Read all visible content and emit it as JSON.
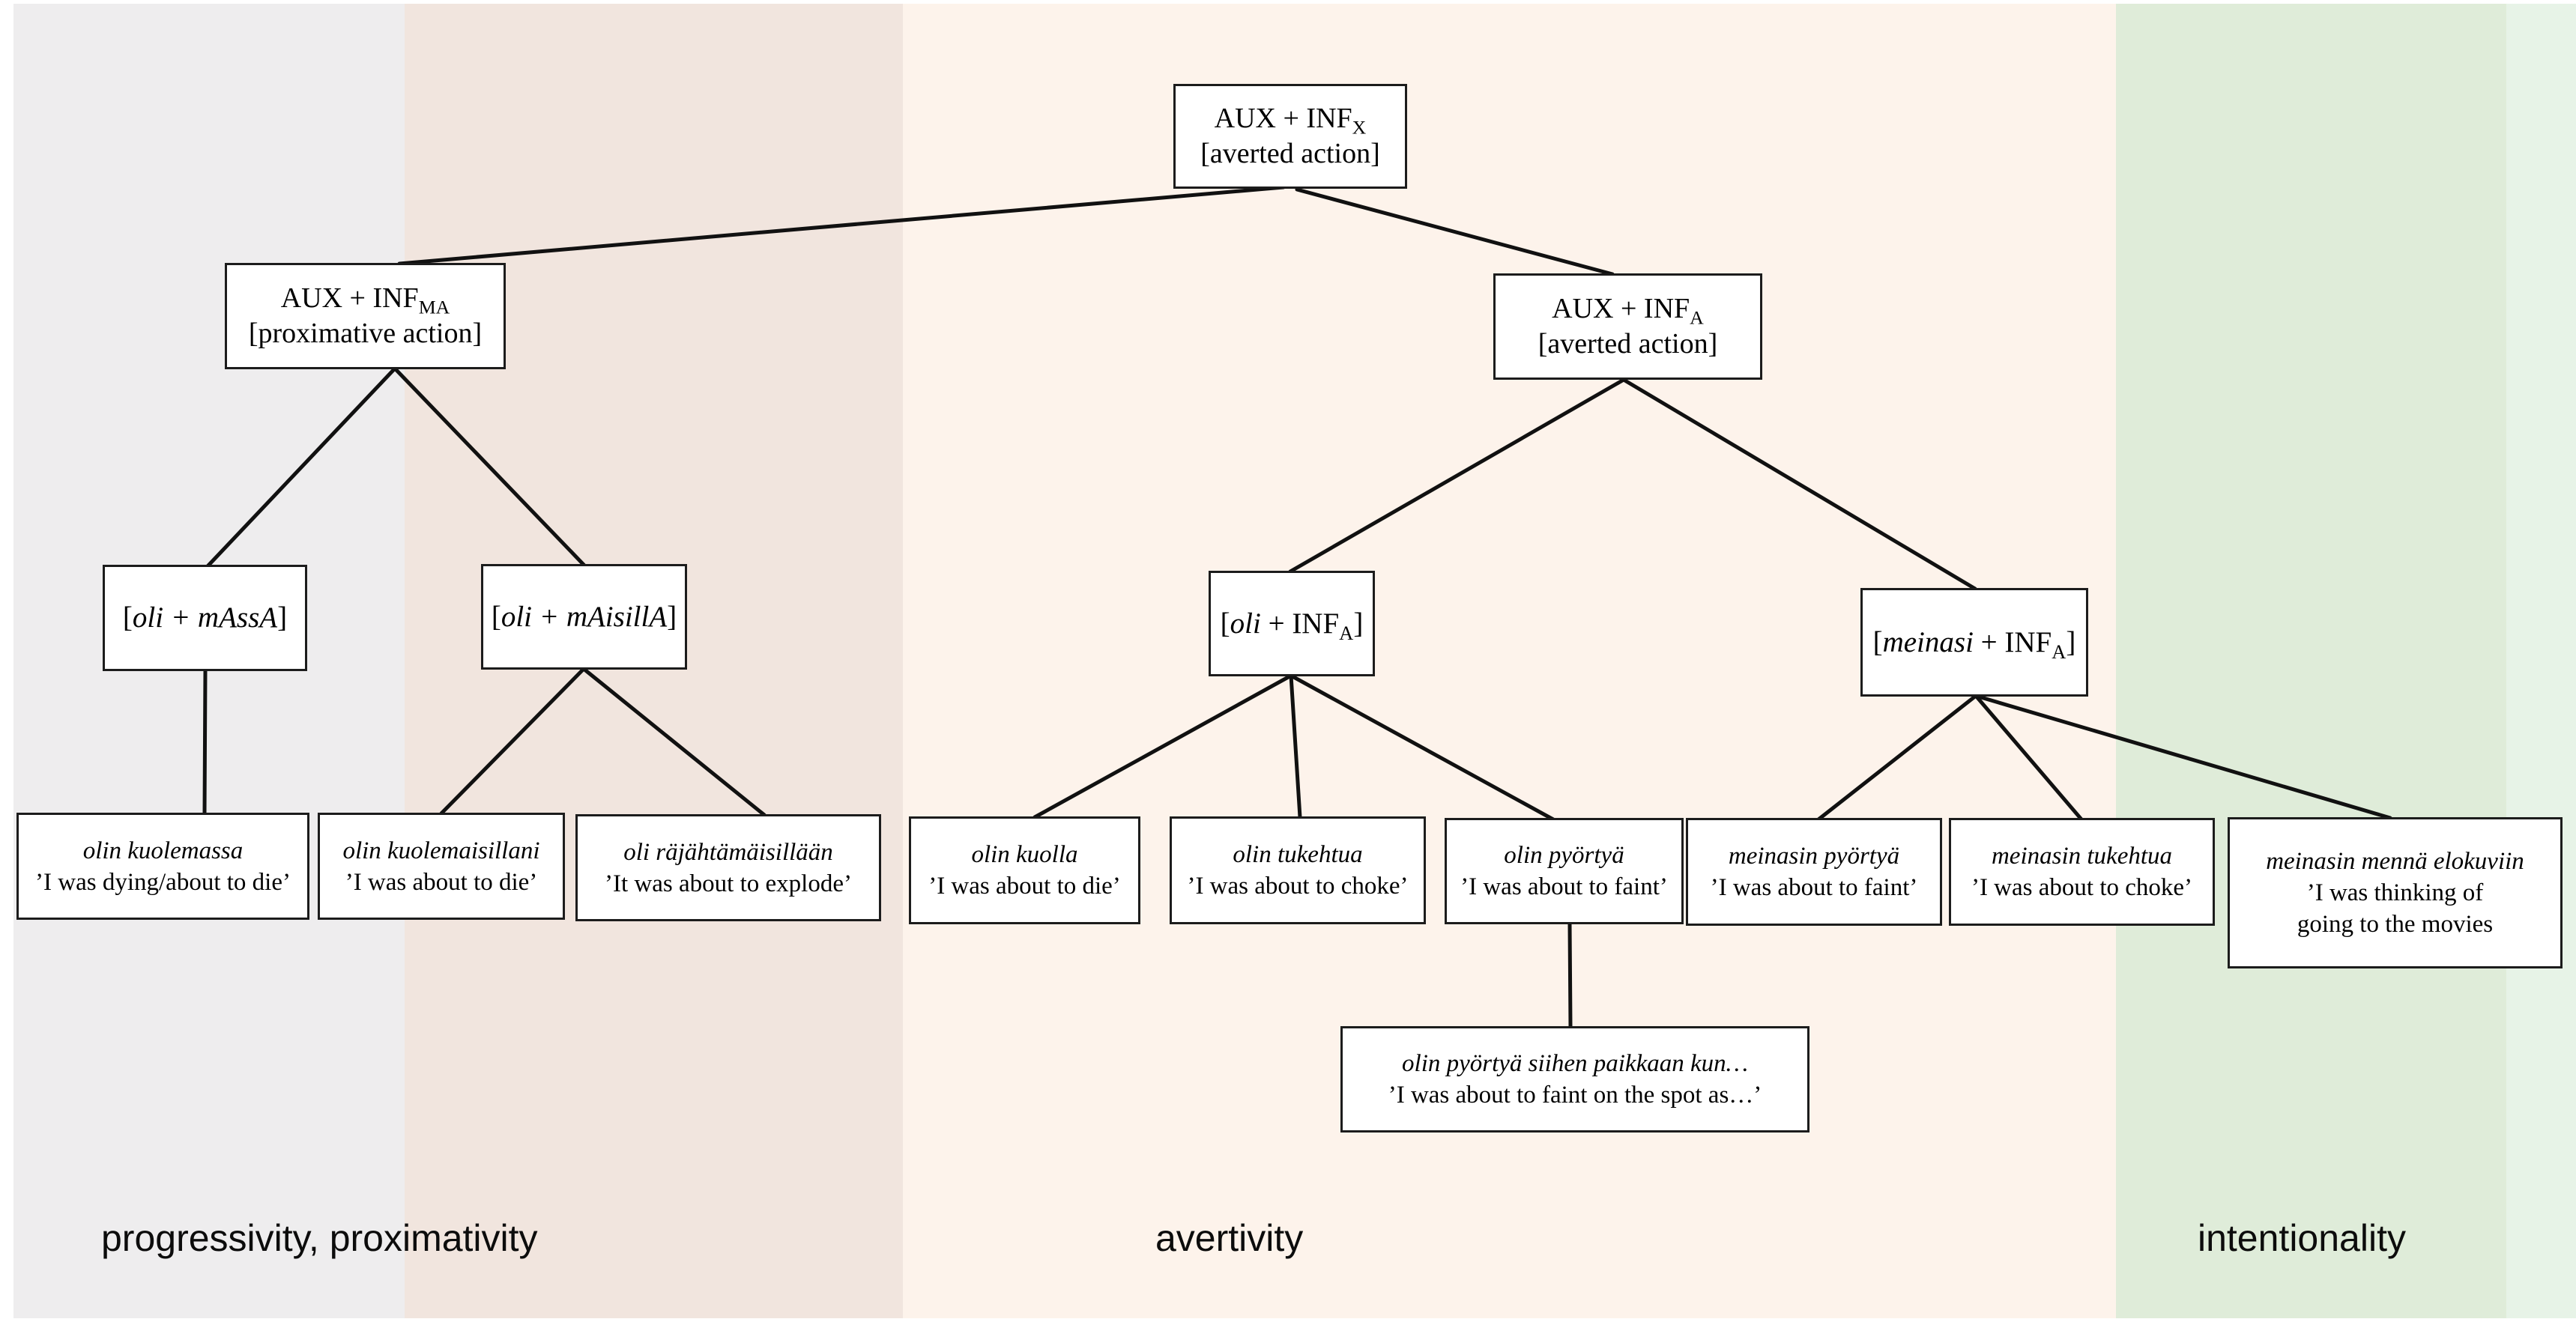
{
  "regions": {
    "left_label": "progressivity, proximativity",
    "middle_label": "avertivity",
    "right_label": "intentionality"
  },
  "colors": {
    "band_gray": "#eeedee",
    "band_tan": "#f1e5de",
    "band_peach": "#fdf3eb",
    "band_green": "#dfecd9",
    "band_green_light": "#e7f3e7",
    "edge_line": "#111111",
    "box_border": "#1c1c1c",
    "box_background": "#ffffff"
  },
  "nodes": {
    "root": {
      "formula": "AUX + INF",
      "subscript": "X",
      "feature": "[averted action]"
    },
    "prox": {
      "formula": "AUX + INF",
      "subscript": "MA",
      "feature": "[proximative action]"
    },
    "avert": {
      "formula": "AUX + INF",
      "subscript": "A",
      "feature": "[averted action]"
    },
    "massa": {
      "open": "[",
      "italic": "oli + mAssA",
      "close": "]"
    },
    "maisilla": {
      "open": "[",
      "italic": "oli + mAisillA",
      "close": "]"
    },
    "oli_inf": {
      "open": "[",
      "italic": "oli",
      "mid": " + INF",
      "subscript": "A",
      "close": "]"
    },
    "meinasi_inf": {
      "open": "[",
      "italic": "meinasi",
      "mid": " + INF",
      "subscript": "A",
      "close": "]"
    }
  },
  "examples": {
    "kuolemassa": {
      "fi": "olin kuolemassa",
      "gloss": "’I was dying/about to die’"
    },
    "kuolemaisillani": {
      "fi": "olin kuolemaisillani",
      "gloss": "’I was about to die’"
    },
    "rajahtamaisillaan": {
      "fi": "oli räjähtämäisillään",
      "gloss": "’It was about to explode’"
    },
    "kuolla": {
      "fi": "olin kuolla",
      "gloss": "’I was about to die’"
    },
    "tukehtua": {
      "fi": "olin tukehtua",
      "gloss": "’I was about to choke’"
    },
    "pyortya": {
      "fi": "olin pyörtyä",
      "gloss": "’I was about to faint’"
    },
    "meinasin_pyortya": {
      "fi": "meinasin pyörtyä",
      "gloss": "’I was about to faint’"
    },
    "meinasin_tukehtua": {
      "fi": "meinasin tukehtua",
      "gloss": "’I was about to choke’"
    },
    "meinasin_menna": {
      "fi": "meinasin mennä elokuviin",
      "gloss_line1": "’I was thinking of",
      "gloss_line2": "going to the movies"
    },
    "pyortya_siihen": {
      "fi": "olin pyörtyä siihen paikkaan kun…",
      "gloss": "’I was about to faint on the spot as…’"
    }
  }
}
